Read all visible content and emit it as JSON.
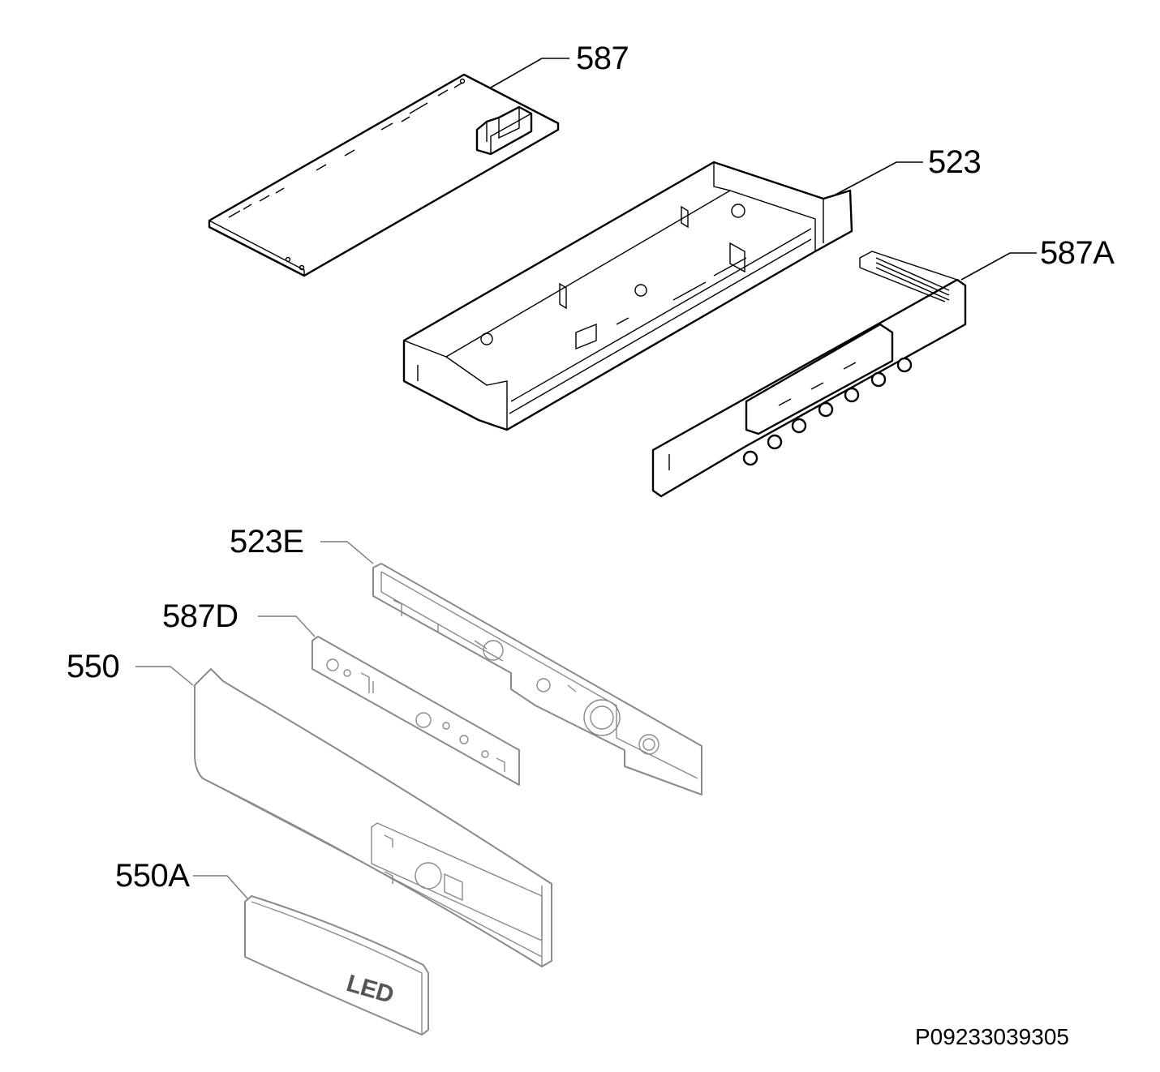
{
  "labels": {
    "l587": "587",
    "l523": "523",
    "l587A": "587A",
    "l523E": "523E",
    "l587D": "587D",
    "l550": "550",
    "l550A": "550A"
  },
  "panel_text": "LED",
  "reference": "P09233039305",
  "colors": {
    "line": "#000000",
    "grey_line": "#8a8a8a",
    "background": "#ffffff"
  }
}
